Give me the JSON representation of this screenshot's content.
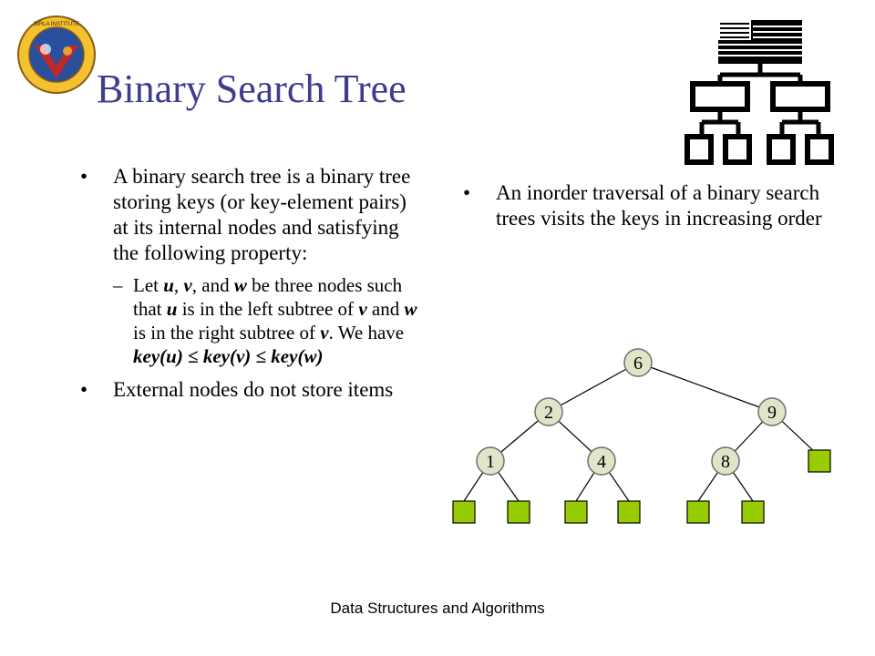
{
  "slide": {
    "title": "Binary Search Tree",
    "footer": "Data Structures and Algorithms",
    "left_bullets": [
      {
        "text": "A binary search tree is a binary tree storing keys (or key-element pairs) at its internal nodes and satisfying the following property:"
      },
      {
        "text": "External nodes do not store items"
      }
    ],
    "sub_bullet": {
      "part1": "Let ",
      "u": "u",
      "part2": ", ",
      "v": "v",
      "part3": ", and ",
      "w": "w",
      "part4": " be three nodes such that ",
      "u2": "u",
      "part5": " is in the left subtree of ",
      "v2": "v",
      "part6": " and ",
      "w2": "w",
      "part7": " is in the right subtree of ",
      "v3": "v",
      "part8": ". We have",
      "formula": "key(u) ≤ key(v) ≤ key(w)"
    },
    "right_bullet": "An inorder traversal of a binary search trees visits the keys in increasing order",
    "bullet_symbol": "•",
    "dash_symbol": "–"
  },
  "tree": {
    "internal_nodes": [
      "6",
      "2",
      "9",
      "1",
      "4",
      "8"
    ],
    "node_fill": "#dfe6c8",
    "node_stroke": "#6f6f6f",
    "leaf_fill": "#99cc00",
    "leaf_stroke": "#000000",
    "leaf_count": 7
  },
  "colors": {
    "title": "#3d3d8f"
  }
}
